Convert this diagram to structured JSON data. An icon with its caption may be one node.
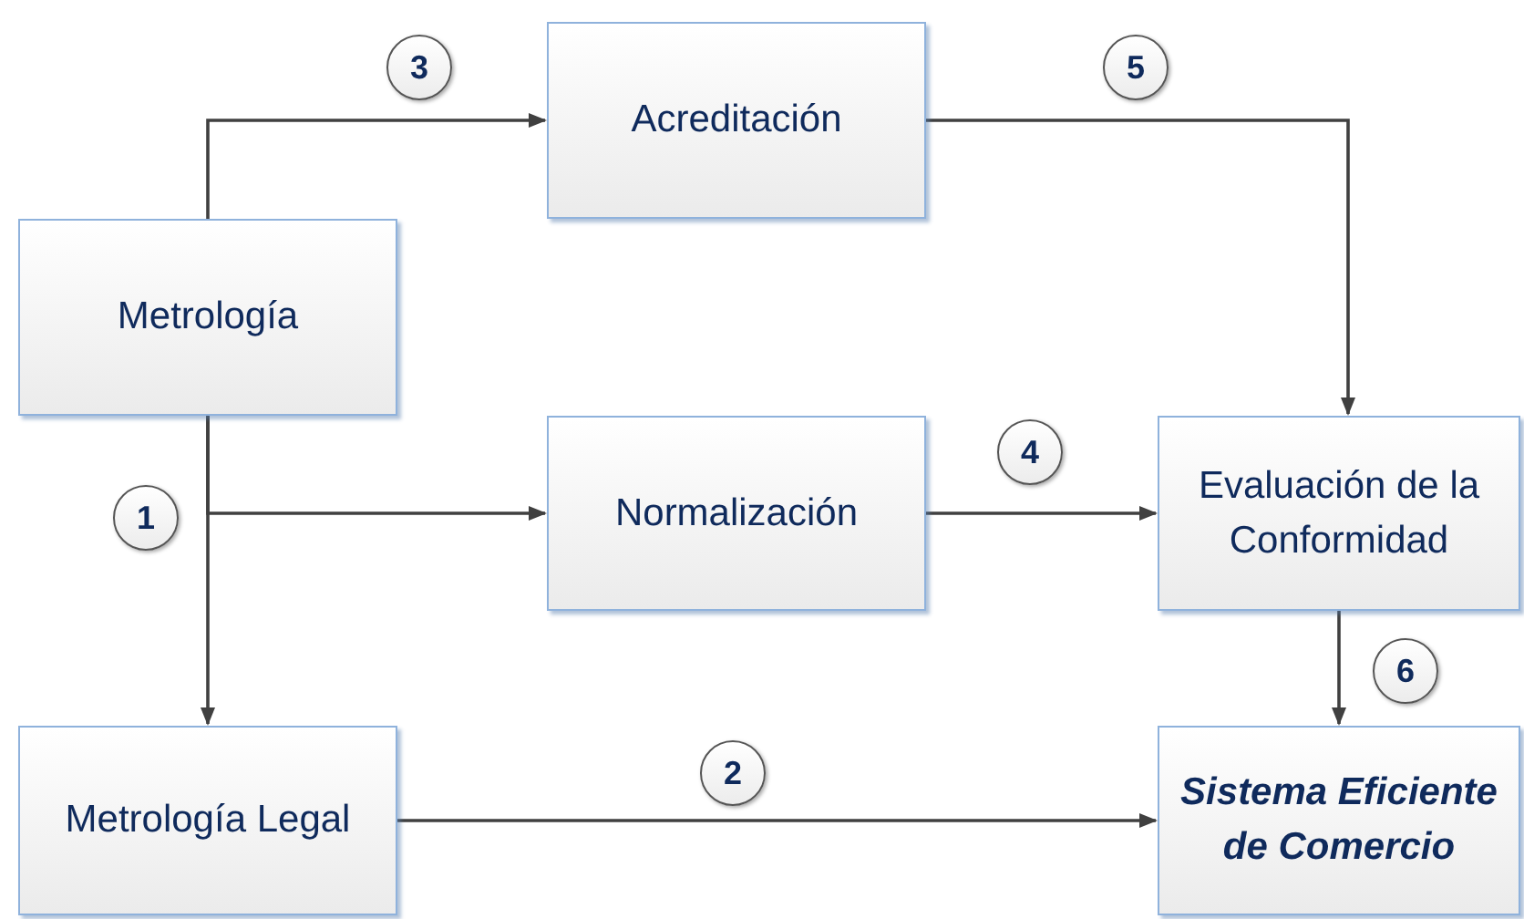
{
  "diagram": {
    "nodes": [
      {
        "text": [
          "Acreditación"
        ]
      },
      {
        "text": [
          "Metrología"
        ]
      },
      {
        "text": [
          "Normalización"
        ]
      },
      {
        "text": [
          "Evaluación de la Conformidad"
        ]
      },
      {
        "text": [
          "Metrología Legal"
        ]
      },
      {
        "text": [
          "Sistema Eficiente de Comercio"
        ]
      }
    ],
    "edges": [
      {
        "from": 1,
        "to": 0,
        "arrow": "to",
        "label": "3"
      },
      {
        "from": 0,
        "to": 3,
        "arrow": "to",
        "label": "5"
      },
      {
        "from": 1,
        "to": 2,
        "arrow": "to",
        "label": "1"
      },
      {
        "from": 1,
        "to": 4,
        "arrow": "to"
      },
      {
        "from": 2,
        "to": 3,
        "arrow": "to",
        "label": "4"
      },
      {
        "from": 3,
        "to": 5,
        "arrow": "to",
        "label": "6"
      },
      {
        "from": 4,
        "to": 5,
        "arrow": "to",
        "label": "2"
      }
    ]
  }
}
